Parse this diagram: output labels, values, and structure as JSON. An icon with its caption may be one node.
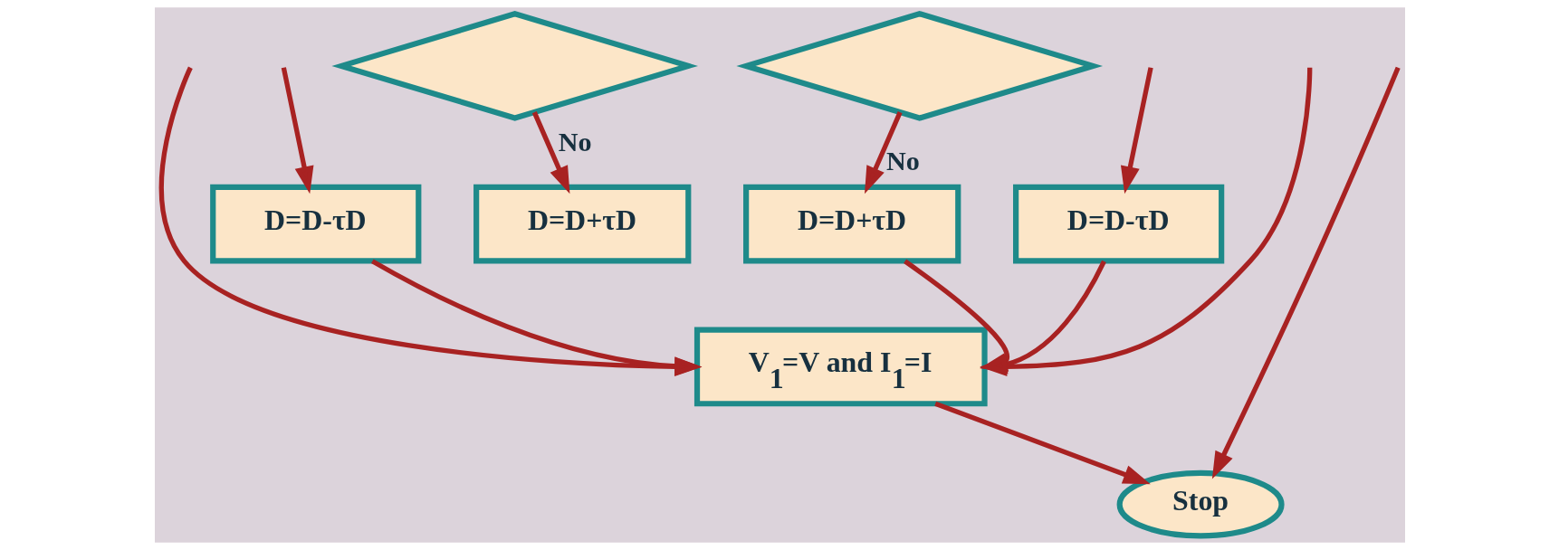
{
  "diagram": {
    "nodes": [
      {
        "text": [],
        "shape": "diamond"
      },
      {
        "text": [],
        "shape": "diamond"
      },
      {
        "text": [
          "D=D-τD"
        ]
      },
      {
        "text": [
          "D=D+τD"
        ]
      },
      {
        "text": [
          "D=D+τD"
        ]
      },
      {
        "text": [
          "D=D-τD"
        ]
      },
      {
        "text": [
          "V$_{1}$=V and I$_{1}$=I"
        ]
      },
      {
        "text": [
          "Stop"
        ]
      }
    ],
    "edges": [
      {
        "from": null,
        "to": 2,
        "arrow": "to"
      },
      {
        "from": 0,
        "to": 3,
        "arrow": "to",
        "label": "No"
      },
      {
        "from": 1,
        "to": 4,
        "arrow": "to",
        "label": "No"
      },
      {
        "from": null,
        "to": 5,
        "arrow": "to"
      },
      {
        "from": null,
        "to": 6,
        "arrow": "to"
      },
      {
        "from": 2,
        "to": 6,
        "arrow": "to"
      },
      {
        "from": 4,
        "to": 6,
        "arrow": "to"
      },
      {
        "from": 5,
        "to": 6,
        "arrow": "to"
      },
      {
        "from": null,
        "to": 6,
        "arrow": "to"
      },
      {
        "from": 6,
        "to": 7,
        "arrow": "to"
      },
      {
        "from": null,
        "to": 7,
        "arrow": "to"
      }
    ]
  }
}
